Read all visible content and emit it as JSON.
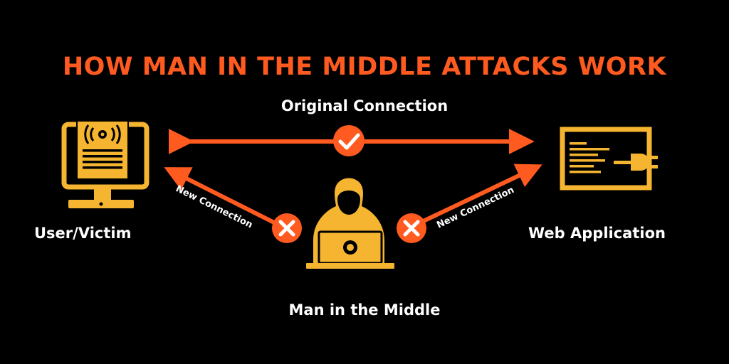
{
  "title": "HOW MAN IN THE MIDDLE ATTACKS WORK",
  "labels": {
    "original_connection": "Original Connection",
    "user": "User/Victim",
    "web_app": "Web Application",
    "mitm": "Man in the Middle",
    "new_connection_left": "New Connection",
    "new_connection_right": "New Connection"
  },
  "icons": {
    "user": "computer-monitor-icon",
    "web_app": "web-application-icon",
    "mitm": "hooded-hacker-laptop-icon",
    "original_status": "checkmark-icon",
    "new_status": "cross-icon"
  },
  "colors": {
    "background": "#000000",
    "accent_orange": "#ff5a1f",
    "icon_yellow": "#f5b531",
    "text_white": "#ffffff"
  }
}
